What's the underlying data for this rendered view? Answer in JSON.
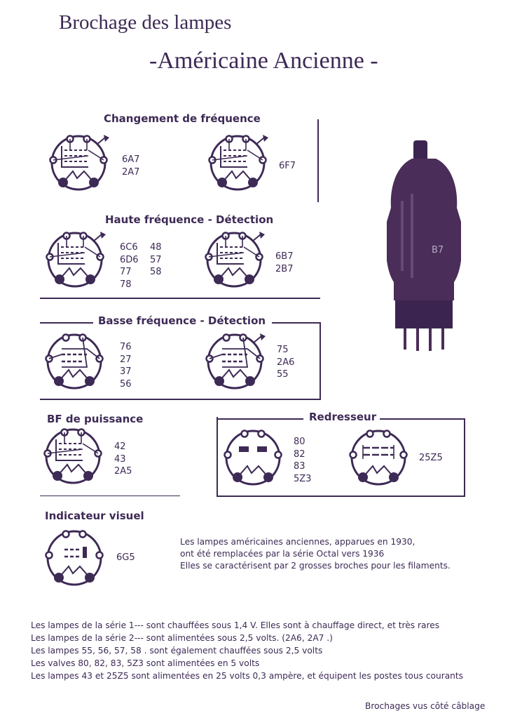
{
  "title": {
    "line1": "Brochage des lampes",
    "line2": "-Américaine Ancienne -"
  },
  "sections": {
    "changement": "Changement de fréquence",
    "haute": "Haute fréquence - Détection",
    "basse": "Basse fréquence - Détection",
    "bf_puissance": "BF de puissance",
    "redresseur": "Redresseur",
    "indicateur": "Indicateur visuel"
  },
  "tubes": {
    "t6a7": "6A7\n2A7",
    "t6f7": "6F7",
    "t6c6": "6C6\n6D6\n77\n78",
    "t48": "48\n57\n58",
    "t6b7": "6B7\n2B7",
    "t76": "76\n27\n37\n56",
    "t75": "75\n2A6\n55",
    "t42": "42\n43\n2A5",
    "t80": "80\n82\n83\n5Z3",
    "t25z5": "25Z5",
    "t6g5": "6G5"
  },
  "photo_label": "B7",
  "history": [
    "Les lampes américaines anciennes, apparues en 1930,",
    "ont été remplacées par la série Octal vers 1936",
    "Elles se caractérisent par 2 grosses broches pour les filaments."
  ],
  "notes": [
    "Les lampes de la série 1--- sont chauffées sous 1,4 V. Elles sont à chauffage direct, et très rares",
    "Les lampes de la série 2--- sont alimentées sous 2,5 volts. (2A6, 2A7 .)",
    "Les lampes 55, 56, 57, 58 . sont également chauffées sous 2,5 volts",
    "Les valves 80, 82, 83, 5Z3 sont alimentées en 5 volts",
    "Les lampes 43 et 25Z5 sont alimentées en 25 volts 0,3 ampère, et équipent les postes tous courants"
  ],
  "footer": "Brochages vus côté câblage",
  "colors": {
    "ink": "#3d2a55",
    "tube_glass": "#4a2d58",
    "background": "#ffffff"
  }
}
